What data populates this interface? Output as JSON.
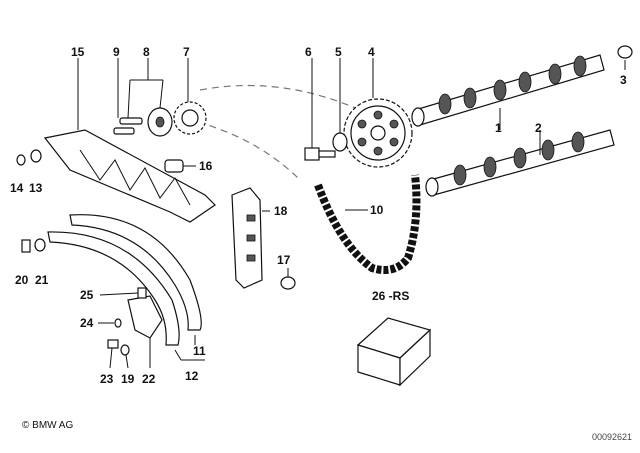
{
  "diagram": {
    "labels": {
      "p1": "1",
      "p2": "2",
      "p3": "3",
      "p4": "4",
      "p5": "5",
      "p6": "6",
      "p7": "7",
      "p8": "8",
      "p9": "9",
      "p10": "10",
      "p11": "11",
      "p12": "12",
      "p13": "13",
      "p14": "14",
      "p15": "15",
      "p16": "16",
      "p17": "17",
      "p18": "18",
      "p19": "19",
      "p20": "20",
      "p21": "21",
      "p22": "22",
      "p23": "23",
      "p24": "24",
      "p25": "25",
      "p26": "26 -RS"
    }
  },
  "footer": {
    "copyright": "© BMW AG",
    "code": "00092621"
  }
}
